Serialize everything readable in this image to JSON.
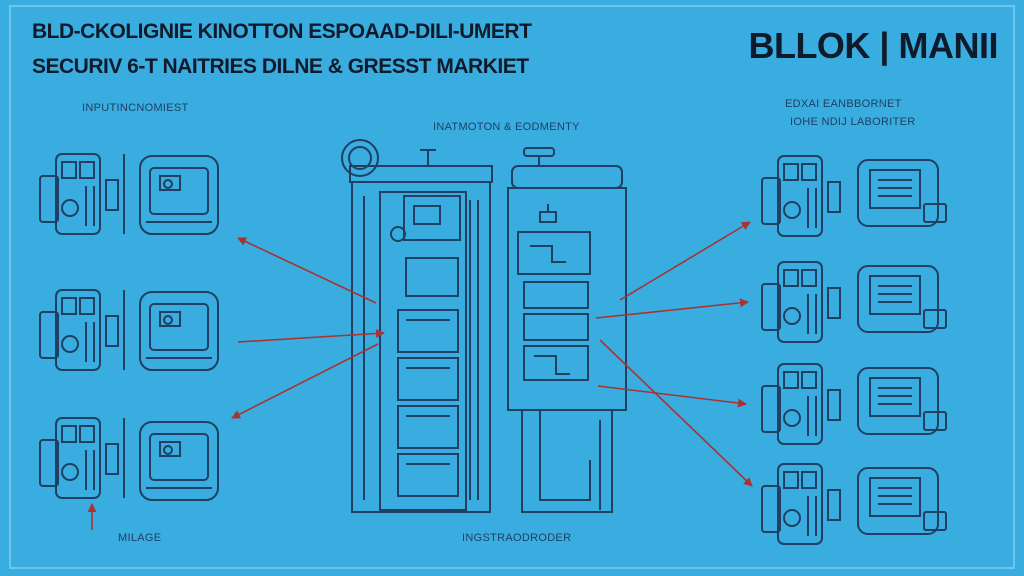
{
  "header": {
    "title_line1": "BLD-CKOLIGNIE KINOTTON ESPOAAD-DILI-UMERT",
    "title_line2": "SECURIV 6-T NAITRIES DILNE & GRESST MARKIET",
    "brand": "BLLOK | MANII"
  },
  "labels": {
    "input_group": "INPUTINCNOMIEST",
    "center_group": "INATMOTON & EODMENTY",
    "right_group_line1": "EDXAI EANBBORNET",
    "right_group_line2": "IOHE NDIJ LABORITER",
    "bottom_left": "MILAGE",
    "bottom_center": "INGSTRAODRODER"
  },
  "colors": {
    "background": "#3aade0",
    "line": "#1f3f63",
    "arrow": "#a8332f",
    "text": "#0f1a2a"
  }
}
